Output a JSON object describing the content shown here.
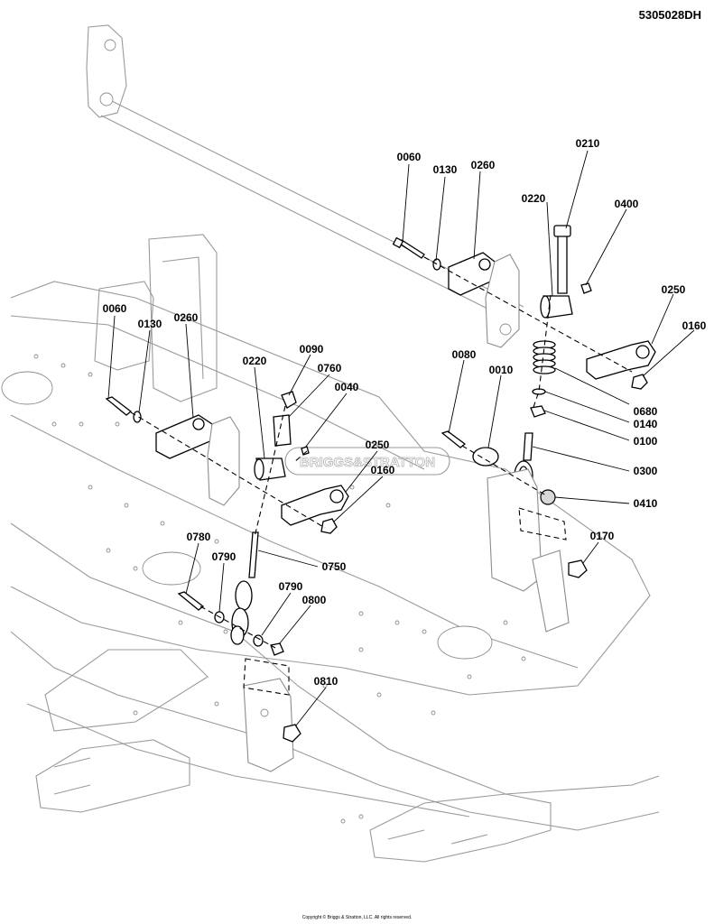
{
  "diagram_id": "5305028DH",
  "copyright": "Copyright © Briggs & Stratton, LLC. All rights reserved.",
  "watermark": "BRIGGS&STRATTON",
  "callouts": [
    {
      "id": "c0060a",
      "label": "0060"
    },
    {
      "id": "c0130a",
      "label": "0130"
    },
    {
      "id": "c0260a",
      "label": "0260"
    },
    {
      "id": "c0210",
      "label": "0210"
    },
    {
      "id": "c0220a",
      "label": "0220"
    },
    {
      "id": "c0400",
      "label": "0400"
    },
    {
      "id": "c0250a",
      "label": "0250"
    },
    {
      "id": "c0160a",
      "label": "0160"
    },
    {
      "id": "c0060b",
      "label": "0060"
    },
    {
      "id": "c0130b",
      "label": "0130"
    },
    {
      "id": "c0260b",
      "label": "0260"
    },
    {
      "id": "c0090",
      "label": "0090"
    },
    {
      "id": "c0220b",
      "label": "0220"
    },
    {
      "id": "c0760",
      "label": "0760"
    },
    {
      "id": "c0040",
      "label": "0040"
    },
    {
      "id": "c0080",
      "label": "0080"
    },
    {
      "id": "c0010",
      "label": "0010"
    },
    {
      "id": "c0680",
      "label": "0680"
    },
    {
      "id": "c0140",
      "label": "0140"
    },
    {
      "id": "c0100",
      "label": "0100"
    },
    {
      "id": "c0300",
      "label": "0300"
    },
    {
      "id": "c0410",
      "label": "0410"
    },
    {
      "id": "c0250b",
      "label": "0250"
    },
    {
      "id": "c0160b",
      "label": "0160"
    },
    {
      "id": "c0170",
      "label": "0170"
    },
    {
      "id": "c0780",
      "label": "0780"
    },
    {
      "id": "c0790a",
      "label": "0790"
    },
    {
      "id": "c0750",
      "label": "0750"
    },
    {
      "id": "c0790b",
      "label": "0790"
    },
    {
      "id": "c0800",
      "label": "0800"
    },
    {
      "id": "c0810",
      "label": "0810"
    }
  ]
}
